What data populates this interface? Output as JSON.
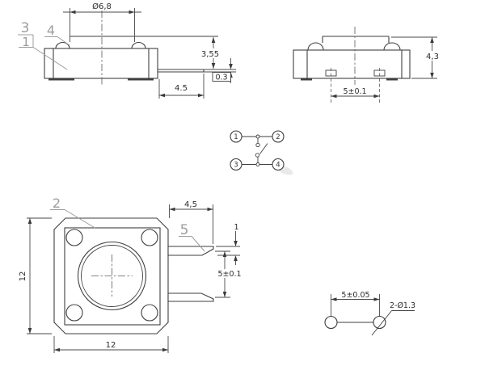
{
  "drawing": {
    "side_view": {
      "dim_diameter": "Ø6,8",
      "dim_height": "3,55",
      "dim_lead_thickness": "0.3",
      "dim_lead_length": "4.5",
      "ref_cover": "3",
      "ref_base": "1",
      "ref_dome": "4"
    },
    "front_view": {
      "dim_height": "4,3",
      "dim_terminal_pitch": "5±0.1"
    },
    "schematic": {
      "pin1": "1",
      "pin2": "2",
      "pin3": "3",
      "pin4": "4"
    },
    "top_view": {
      "dim_width": "12",
      "dim_height": "12",
      "dim_lead_length": "4,5",
      "dim_lead_width": "1",
      "dim_lead_pitch": "5±0.1",
      "ref_button": "2",
      "ref_lead": "5"
    },
    "hole_layout": {
      "dim_pitch": "5±0.05",
      "dim_holes": "2-Ø1.3"
    },
    "colors": {
      "line": "#3f3f3f",
      "reference": "#9c9c9c"
    }
  }
}
